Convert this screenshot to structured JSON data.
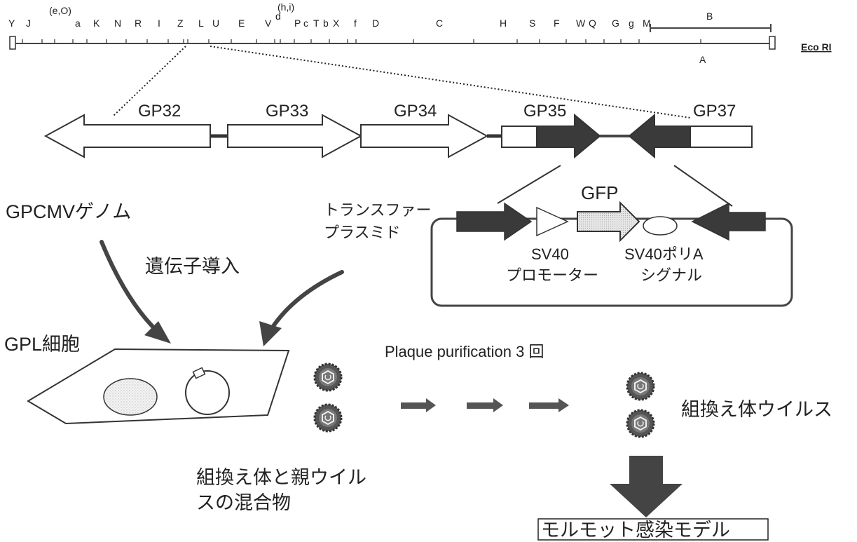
{
  "map": {
    "fragment_letters": [
      "Y",
      "J",
      "(e,O)",
      "a",
      "K",
      "N",
      "R",
      "I",
      "Z",
      "L",
      "U",
      "E",
      "V",
      "d",
      "(h,i)",
      "P",
      "c",
      "T",
      "b",
      "X",
      "f",
      "D",
      "C",
      "H",
      "S",
      "F",
      "W",
      "Q",
      "G",
      "g",
      "M"
    ],
    "line_b_label": "B",
    "line_a_label": "A",
    "enzyme_label": "Eco RI"
  },
  "genes": [
    "GP32",
    "GP33",
    "GP34",
    "GP35",
    "GP37"
  ],
  "genome_label": "GPCMVゲノム",
  "transfection_label": "遺伝子導入",
  "plasmid": {
    "label_line1": "トランスファー",
    "label_line2": "プラスミド",
    "gfp": "GFP",
    "promoter_line1": "SV40",
    "promoter_line2": "プロモーター",
    "polya_line1": "SV40ポリA",
    "polya_line2": "シグナル"
  },
  "cell_label": "GPL細胞",
  "mixture_line1": "組換え体と親ウイル",
  "mixture_line2": "スの混合物",
  "purification_label": "Plaque purification 3 回",
  "recombinant_label": "組換え体ウイルス",
  "model_label": "モルモット感染モデル"
}
